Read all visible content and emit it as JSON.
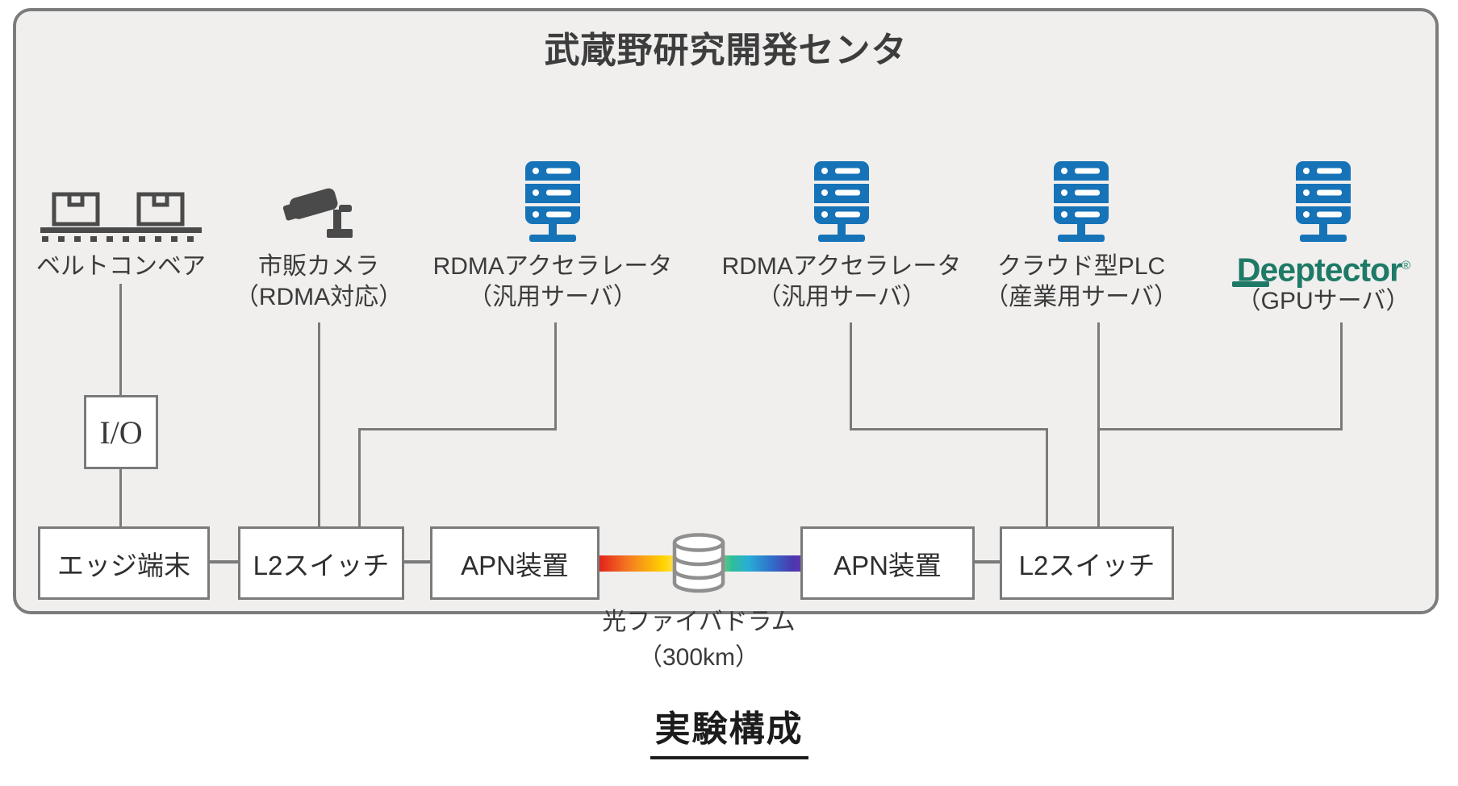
{
  "title": "武蔵野研究開発センタ",
  "caption": "実験構成",
  "colors": {
    "server_blue": "#1673b8",
    "deeptector_green": "#1e7a67",
    "line_gray": "#7a7a7a",
    "panel_bg": "#f0efee",
    "dark_icon": "#4a4a4a"
  },
  "devices": [
    {
      "label1": "ベルトコンベア",
      "label2": ""
    },
    {
      "label1": "市販カメラ",
      "label2": "（RDMA対応）"
    },
    {
      "label1": "RDMAアクセラレータ",
      "label2": "（汎用サーバ）"
    },
    {
      "label1": "RDMAアクセラレータ",
      "label2": "（汎用サーバ）"
    },
    {
      "label1": "クラウド型PLC",
      "label2": "（産業用サーバ）"
    },
    {
      "logo": "Deeptector",
      "logo_mark": "®",
      "label2": "（GPUサーバ）"
    }
  ],
  "io_label": "I/O",
  "nodes": [
    "エッジ端末",
    "L2スイッチ",
    "APN装置",
    "APN装置",
    "L2スイッチ"
  ],
  "fiber": {
    "name": "光ファイバドラム",
    "length": "（300km）"
  }
}
